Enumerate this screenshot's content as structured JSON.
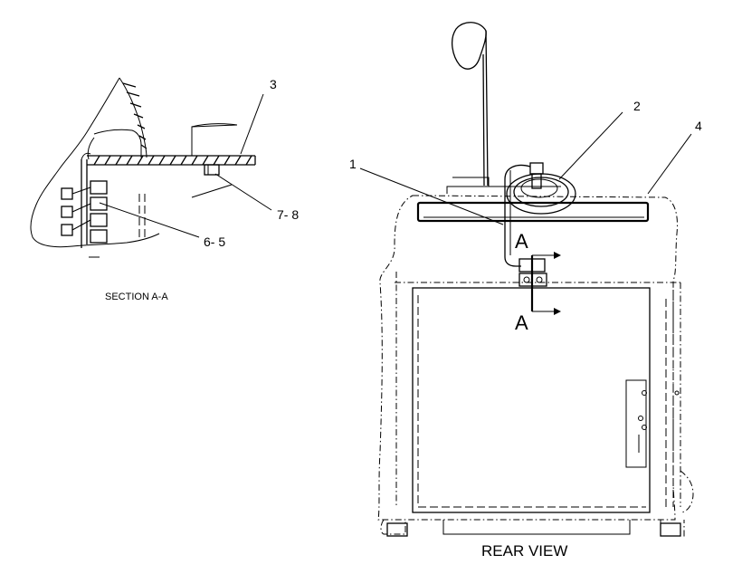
{
  "callouts": {
    "section_item_3": "3",
    "section_item_7_8": "7- 8",
    "section_item_6_5": "6- 5",
    "rear_item_1": "1",
    "rear_item_2": "2",
    "rear_item_4": "4"
  },
  "section_marks": {
    "upper": "A",
    "lower": "A"
  },
  "captions": {
    "section_view": "SECTION A-A",
    "rear_view": "REAR VIEW"
  }
}
